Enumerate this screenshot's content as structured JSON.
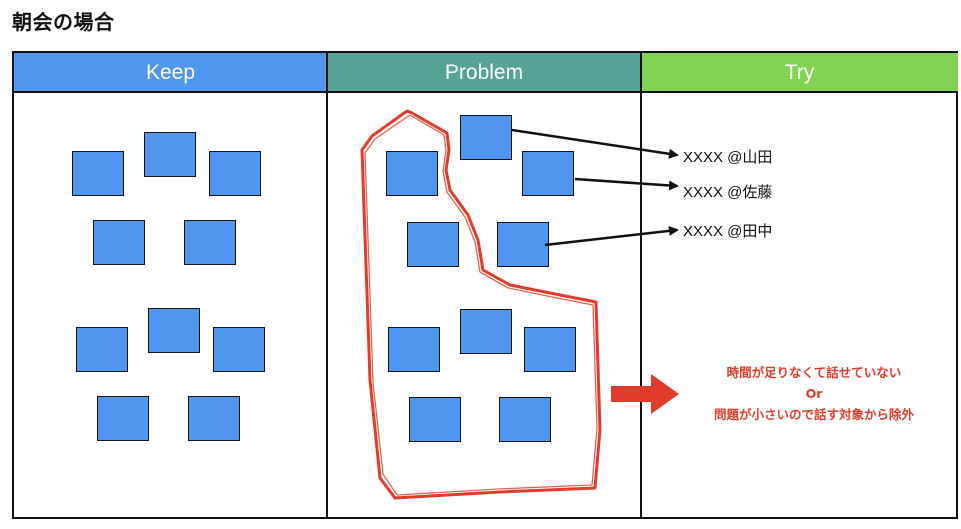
{
  "title": "朝会の場合",
  "columns": [
    {
      "label": "Keep",
      "color": "#4f96ef"
    },
    {
      "label": "Problem",
      "color": "#54a396"
    },
    {
      "label": "Try",
      "color": "#82d352"
    }
  ],
  "try_items": [
    "XXXX @山田",
    "XXXX @佐藤",
    "XXXX @田中"
  ],
  "note": {
    "line1": "時間が足りなくて話せていない",
    "line2": "Or",
    "line3": "問題が小さいので話す対象から除外",
    "color": "#e13c2b"
  }
}
